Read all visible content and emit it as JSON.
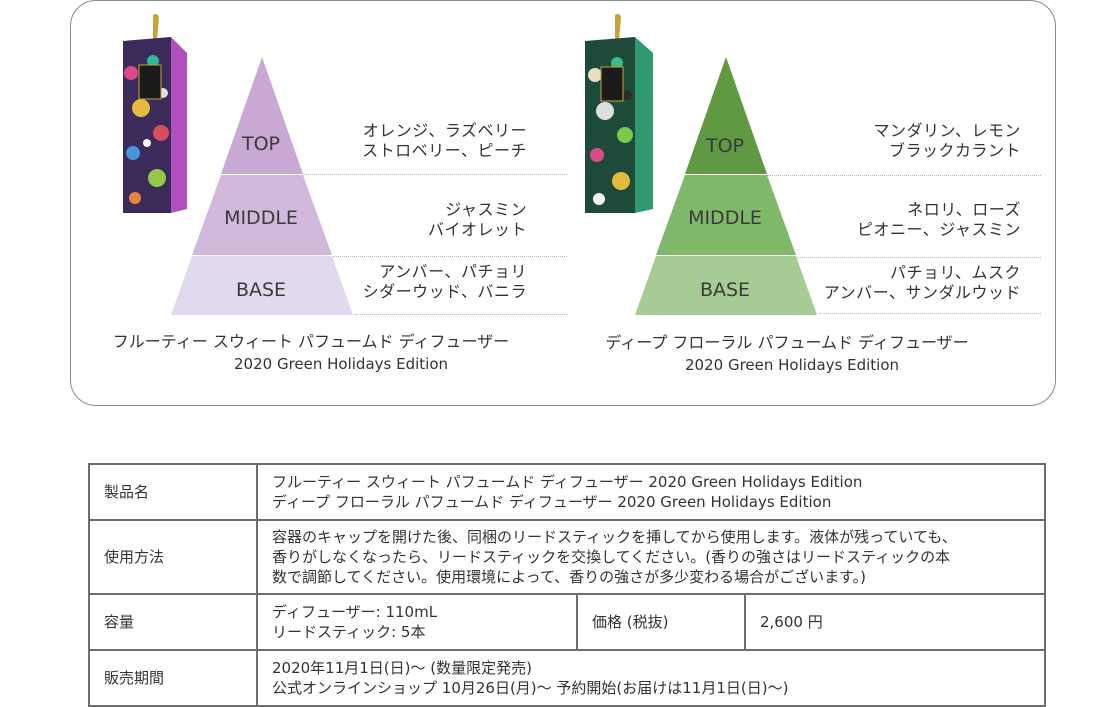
{
  "left_product": {
    "name": "フルーティー スウィート パフュームド ディフューザー",
    "edition": "2020 Green Holidays Edition",
    "colors": {
      "top": "#c9a8d3",
      "middle": "#d2b9dc",
      "base": "#e1d9ee"
    },
    "tiers": [
      {
        "label": "TOP",
        "notes": [
          "オレンジ、ラズベリー",
          "ストロベリー、ピーチ"
        ]
      },
      {
        "label": "MIDDLE",
        "notes": [
          "ジャスミン",
          "バイオレット"
        ]
      },
      {
        "label": "BASE",
        "notes": [
          "アンバー、パチョリ",
          "シダーウッド、バニラ"
        ]
      }
    ]
  },
  "right_product": {
    "name": "ディープ フローラル パフュームド ディフューザー",
    "edition": "2020 Green Holidays Edition",
    "colors": {
      "top": "#5f9a42",
      "middle": "#7fb868",
      "base": "#a7cb94"
    },
    "tiers": [
      {
        "label": "TOP",
        "notes": [
          "マンダリン、レモン",
          "ブラックカラント"
        ]
      },
      {
        "label": "MIDDLE",
        "notes": [
          "ネロリ、ローズ",
          "ピオニー、ジャスミン"
        ]
      },
      {
        "label": "BASE",
        "notes": [
          "パチョリ、ムスク",
          "アンバー、サンダルウッド"
        ]
      }
    ]
  },
  "spec": {
    "name_label": "製品名",
    "name_value": [
      "フルーティー スウィート パフュームド ディフューザー 2020 Green Holidays Edition",
      "ディープ フローラル パフュームド ディフューザー 2020 Green Holidays Edition"
    ],
    "usage_label": "使用方法",
    "usage_value": [
      "容器のキャップを開けた後、同梱のリードスティックを挿してから使用します。液体が残っていても、",
      "香りがしなくなったら、リードスティックを交換してください。(香りの強さはリードスティックの本",
      "数で調節してください。使用環境によって、香りの強さが多少変わる場合がございます。)"
    ],
    "volume_label": "容量",
    "volume_value": [
      "ディフューザー: 110mL",
      "リードスティック: 5本"
    ],
    "price_label": "価格 (税抜)",
    "price_value": "2,600 円",
    "period_label": "販売期間",
    "period_value": [
      "2020年11月1日(日)〜 (数量限定発売)",
      "公式オンラインショップ 10月26日(月)〜 予約開始(お届けは11月1日(日)〜)"
    ]
  }
}
